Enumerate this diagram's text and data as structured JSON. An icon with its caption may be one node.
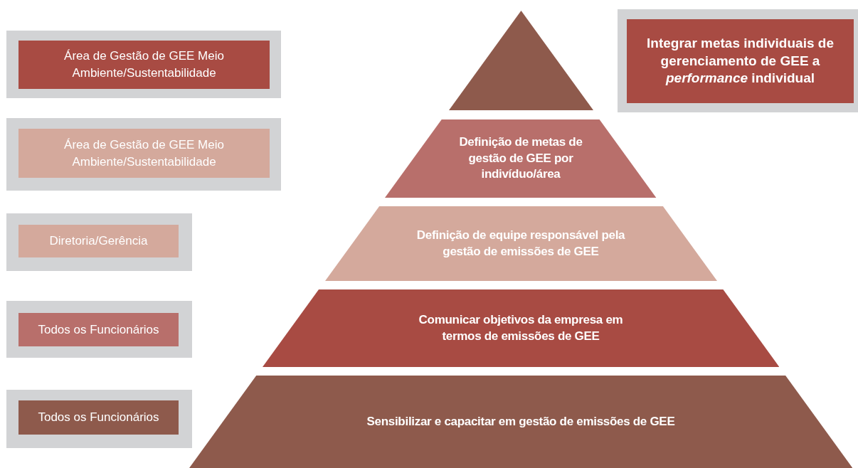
{
  "diagram": {
    "nodes": [
      {
        "text": [
          "Área de Gestão de GEE Meio Ambiente/Sustentabilidade"
        ]
      },
      {
        "text": [],
        "shape": "triangle"
      },
      {
        "text": [
          "Integrar metas individuais de gerenciamento de GEE a *performance* individual"
        ]
      },
      {
        "text": [
          "Área de Gestão de GEE Meio Ambiente/Sustentabilidade"
        ]
      },
      {
        "text": [
          "Definição de metas de gestão de GEE por indivíduo/área"
        ]
      },
      {
        "text": [
          "Diretoria/Gerência"
        ]
      },
      {
        "text": [
          "Definição de equipe responsável pela gestão de emissões de GEE"
        ]
      },
      {
        "text": [
          "Todos os Funcionários"
        ]
      },
      {
        "text": [
          "Comunicar objetivos da empresa em termos de emissões de GEE"
        ]
      },
      {
        "text": [
          "Todos os Funcionários"
        ]
      },
      {
        "text": [
          "Sensibilizar e capacitar  em gestão de emissões de GEE"
        ]
      }
    ],
    "edges": []
  }
}
